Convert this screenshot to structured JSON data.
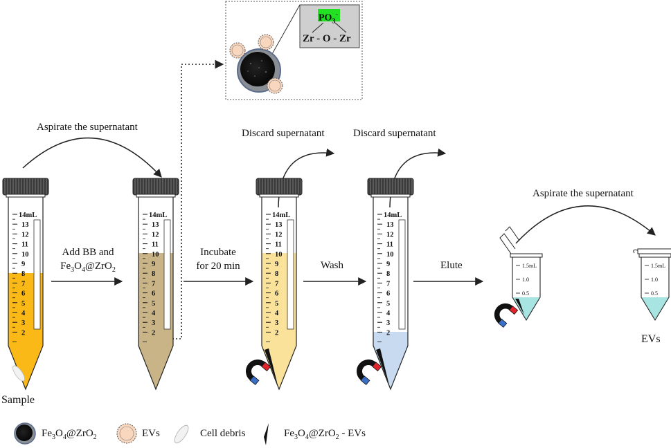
{
  "labels": {
    "aspirate_top": "Aspirate the supernatant",
    "aspirate_right": "Aspirate the supernatant",
    "discard1": "Discard supernatant",
    "discard2": "Discard supernatant",
    "add_line1": "Add BB and",
    "add_line2_pre": "Fe",
    "add_line2_sub1": "3",
    "add_line2_mid": "O",
    "add_line2_sub2": "4",
    "add_line2_post": "@ZrO",
    "add_line2_sub3": "2",
    "incubate_line1": "Incubate",
    "incubate_line2": "for 20 min",
    "wash": "Wash",
    "elute": "Elute",
    "sample": "Sample",
    "evs_final": "EVs"
  },
  "inset": {
    "po3": "PO",
    "po3_sub": "3",
    "po3_sup": "-",
    "zr_bond": "Zr - O - Zr"
  },
  "tube_scale": {
    "top_label": "14mL",
    "ticks": [
      "13",
      "12",
      "11",
      "10",
      "9",
      "8",
      "7",
      "6",
      "5",
      "4",
      "3",
      "2"
    ]
  },
  "micro_scale": {
    "ticks": [
      "1.5mL",
      "1.0",
      "0.5"
    ]
  },
  "legend": {
    "item1_pre": "Fe",
    "item1_sub1": "3",
    "item1_mid": "O",
    "item1_sub2": "4",
    "item1_post": "@ZrO",
    "item1_sub3": "2",
    "item2": "EVs",
    "item3": "Cell debris",
    "item4_pre": "Fe",
    "item4_sub1": "3",
    "item4_mid": "O",
    "item4_sub2": "4",
    "item4_post": "@ZrO",
    "item4_sub3": "2",
    "item4_tail": " - EVs"
  },
  "colors": {
    "sample_liquid": "#FBB917",
    "mix_liquid": "#C9B487",
    "incubate_liquid": "#FBE29A",
    "wash_liquid": "#C7DAF0",
    "elute_liquid": "#A8E4E2",
    "po3_highlight": "#22E022",
    "inset_box": "#CFCFCF",
    "magnet_red": "#E0242B",
    "magnet_blue": "#3A6FC8"
  }
}
